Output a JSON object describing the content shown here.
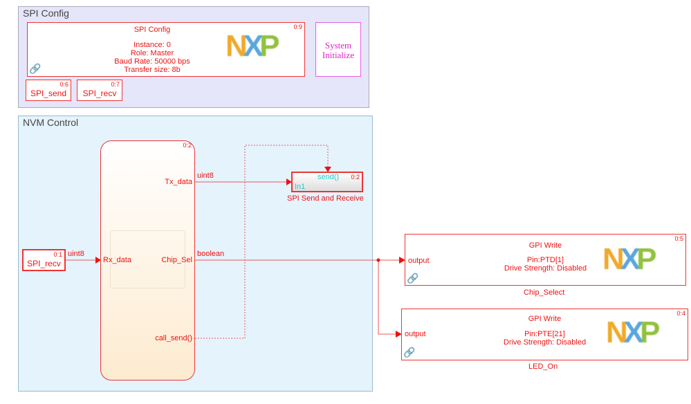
{
  "spi_config_area": {
    "title": "SPI Config",
    "config_block": {
      "title": "SPI Config",
      "lines": [
        "Instance: 0",
        "Role: Master",
        "Baud Rate: 50000 bps",
        "Transfer size: 8b"
      ],
      "priority": "0:9",
      "logo": "NXP"
    },
    "system_initialize": {
      "line1": "System",
      "line2": "Initialize"
    },
    "spi_send": {
      "label": "SPI_send",
      "priority": "0:6"
    },
    "spi_recv": {
      "label": "SPI_recv",
      "priority": "0:7"
    }
  },
  "nvm_area": {
    "title": "NVM Control",
    "chart": {
      "priority": "0:2",
      "ports_in": [
        "Rx_data"
      ],
      "ports_out": [
        "Tx_data",
        "Chip_Sel",
        "call_send()"
      ]
    },
    "spi_recv_block": {
      "label": "SPI_recv",
      "priority": "0:1"
    },
    "signals": {
      "rx": "uint8",
      "tx": "uint8",
      "chip": "boolean"
    },
    "send_block": {
      "name": "SPI Send and Receive",
      "trigger": "send()",
      "inport": "In1",
      "priority": "0:2"
    }
  },
  "gpi_blocks": [
    {
      "title": "GPI Write",
      "pin": "Pin:PTD[1]",
      "drive": "Drive Strength: Disabled",
      "port": "output",
      "priority": "0:5",
      "name": "Chip_Select",
      "logo": "NXP"
    },
    {
      "title": "GPI Write",
      "pin": "Pin:PTE[21]",
      "drive": "Drive Strength: Disabled",
      "port": "output",
      "priority": "0:4",
      "name": "LED_On",
      "logo": "NXP"
    }
  ],
  "colors": {
    "block": "#e11",
    "area_spi": "#e6e6fa",
    "area_nvm": "#e5f3fd",
    "init": "#e020c0"
  }
}
